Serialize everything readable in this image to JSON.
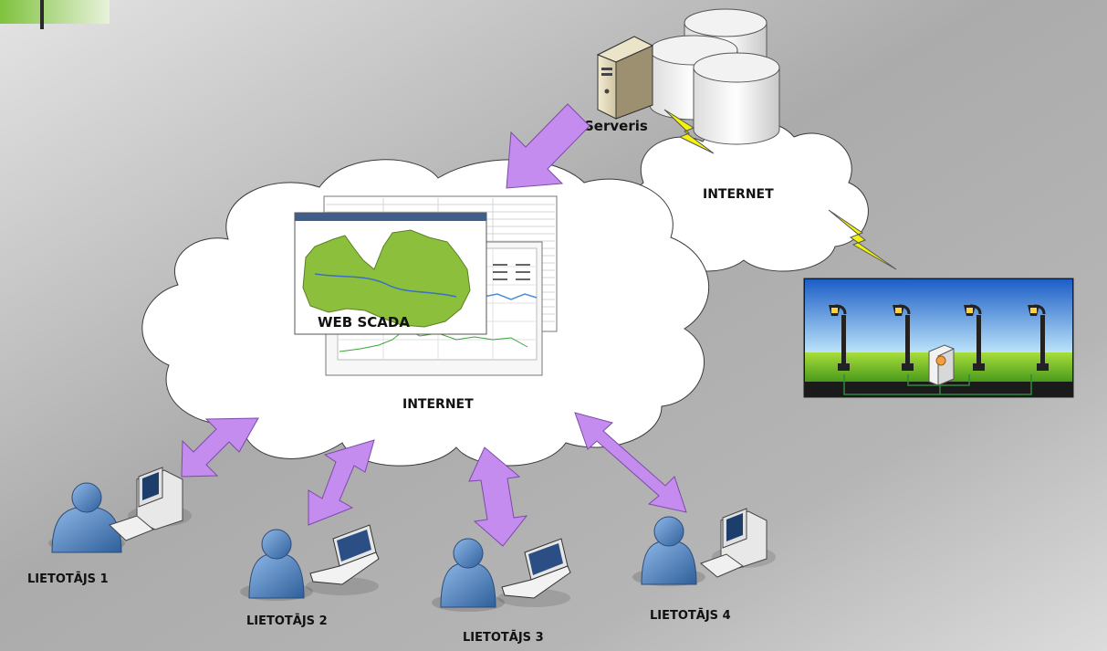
{
  "labels": {
    "server": "Serveris",
    "internet_small": "INTERNET",
    "internet_main": "INTERNET",
    "web_scada": "WEB SCADA"
  },
  "users": [
    {
      "label": "LIETOTĀJS 1",
      "device": "desktop"
    },
    {
      "label": "LIETOTĀJS 2",
      "device": "laptop"
    },
    {
      "label": "LIETOTĀJS 3",
      "device": "laptop"
    },
    {
      "label": "LIETOTĀJS 4",
      "device": "desktop"
    }
  ],
  "colors": {
    "arrow": "#c58cf0",
    "arrow_stroke": "#7d4aa8",
    "lightning": "#f2f20a",
    "background_light": "#d9d9d9",
    "background_dark": "#8e8e8e",
    "map_green": "#8cbf3c",
    "user_blue": "#4f86c4",
    "street_sky": "#2f6fd0",
    "street_grass": "#7cc52a"
  }
}
